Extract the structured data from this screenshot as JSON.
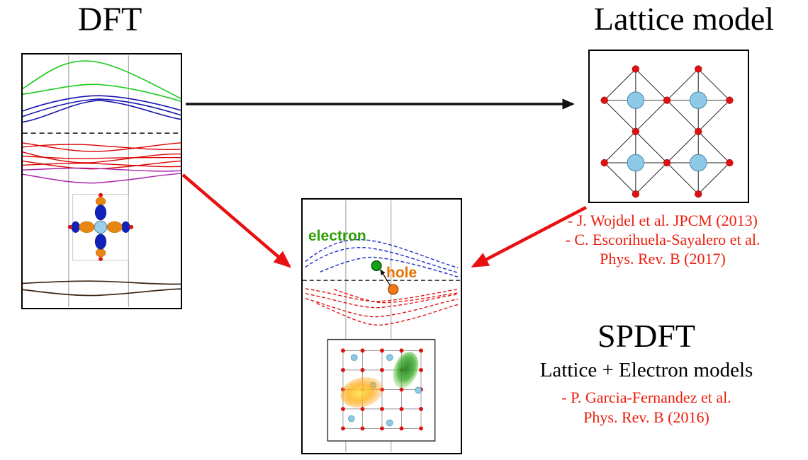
{
  "titles": {
    "dft": "DFT",
    "lattice_model": "Lattice model",
    "spdft": "SPDFT",
    "spdft_subtitle": "Lattice + Electron models"
  },
  "band_labels": {
    "electron": "electron",
    "hole": "hole"
  },
  "citations": {
    "lattice_model": [
      "- J. Wojdel et al. JPCM (2013)",
      "- C. Escorihuela-Sayalero et al.",
      "Phys. Rev. B (2017)"
    ],
    "spdft": [
      "- P. Garcia-Fernandez et al.",
      "Phys. Rev. B (2016)"
    ]
  },
  "arrows": {
    "dft_to_lattice": "black-right-arrow",
    "dft_to_spdft": "red-diagonal-arrow",
    "lattice_to_spdft": "red-diagonal-arrow",
    "hole_to_electron": "black-transition-arrow"
  },
  "colors": {
    "citation_red": "#ed1c0c",
    "arrow_red": "#e81010",
    "arrow_black": "#111111",
    "electron_green": "#2e9e07",
    "hole_orange": "#e67300",
    "band_green": "#22cc22",
    "band_blue": "#1515b0",
    "band_red": "#dd0000",
    "band_purple": "#aa22aa",
    "band_brown": "#3d2212",
    "atom_blue": "#8ecae6",
    "atom_red": "#e01010"
  }
}
